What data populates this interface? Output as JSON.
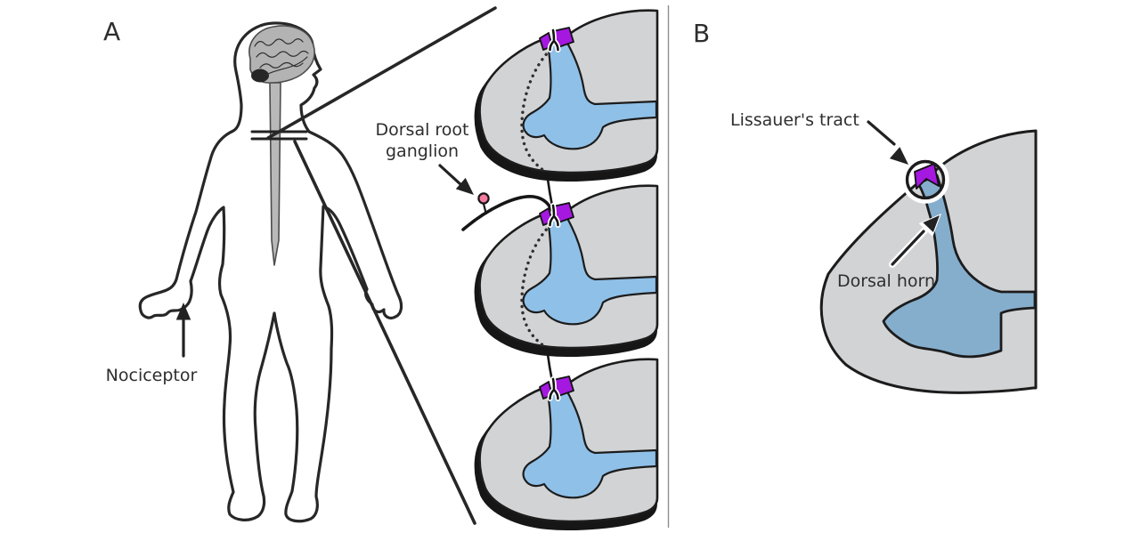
{
  "panels": {
    "a": {
      "label": "A"
    },
    "b": {
      "label": "B"
    }
  },
  "labels": {
    "nociceptor": "Nociceptor",
    "dorsal_root_ganglion_line1": "Dorsal root",
    "dorsal_root_ganglion_line2": "ganglion",
    "lissauers_tract": "Lissauer's tract",
    "dorsal_horn": "Dorsal horn"
  },
  "colors": {
    "section_gray": "#d2d3d5",
    "gray_matter_blue_a": "#8fc0e8",
    "gray_matter_blue_b": "#85aecd",
    "lissauer_purple": "#a518e0",
    "ganglion_pink": "#f57ba0",
    "brain_gray": "#b3b3b3",
    "spine_gray": "#b9b9b9",
    "label_text": "#2e2e2e",
    "arrow_black": "#222222",
    "arrow_white_casing": "#ffffff"
  }
}
